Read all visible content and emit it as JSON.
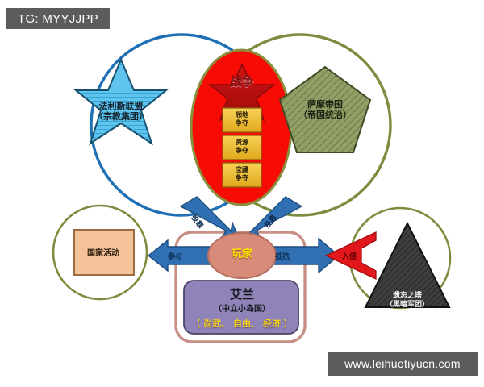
{
  "watermarks": {
    "top_tag": "TG: MYYJJPP",
    "bottom_site": "www.leihuotiyucn.com",
    "ghost_text": ""
  },
  "diagram": {
    "type": "venn-relationship-diagram",
    "title_center": "战争",
    "conflict_spoils": [
      {
        "line1": "领地",
        "line2": "争夺"
      },
      {
        "line1": "资源",
        "line2": "争夺"
      },
      {
        "line1": "宝藏",
        "line2": "争夺"
      }
    ],
    "factions": {
      "left": {
        "name": "法利斯联盟",
        "subtitle": "（宗教集团）",
        "shape": "six-point-star",
        "fill": "#5fc4ee",
        "stroke": "#17506e"
      },
      "right": {
        "name": "萨摩帝国",
        "subtitle": "（帝国统治）",
        "shape": "pentagon",
        "fill": "#8d9a64",
        "stroke": "#3f4a24"
      }
    },
    "circles": {
      "left_stroke": "#1f6fb5",
      "right_stroke": "#7d8c3f",
      "bottom_left_stroke": "#7d8c3f",
      "bottom_right_stroke": "#7d8c3f"
    },
    "center_war": {
      "fill": "#f60c05",
      "stroke": "#8a8f3e",
      "star_fill": "#c11010",
      "star_stroke": "#8e0a0a"
    },
    "nodes": {
      "activity": {
        "label": "国家活动",
        "shape": "square",
        "fill": "#f5c39a",
        "stroke": "#9c6a43"
      },
      "player": {
        "label": "玩家",
        "shape": "ellipse",
        "fill": "#d98b7a",
        "stroke": "#b5705f"
      },
      "island": {
        "name": "艾兰",
        "subtitle": "（中立小岛国）",
        "traits": "（ 尚武、 自由、 经济 ）",
        "shape": "rounded-rect",
        "fill": "#9083b8",
        "stroke": "#4b4466"
      },
      "tower": {
        "label": "遗忘之塔",
        "subtitle": "（黑暗军团）",
        "shape": "triangle",
        "fill": "#3b3b3b",
        "stroke": "#121212"
      }
    },
    "arrows": [
      {
        "name": "participate",
        "label": "参与",
        "color": "#2f6fb2",
        "direction": "player-to-activity"
      },
      {
        "name": "resist",
        "label": "抵抗",
        "color": "#2f6fb2",
        "direction": "player-to-tower"
      },
      {
        "name": "invade",
        "label": "入侵",
        "color": "#e2171b",
        "direction": "tower-to-player"
      },
      {
        "name": "defect-left",
        "label": "投靠",
        "color": "#2f6fb2",
        "direction": "left-faction-to-player"
      },
      {
        "name": "defect-right",
        "label": "投靠",
        "color": "#2f6fb2",
        "direction": "right-faction-to-player"
      }
    ]
  }
}
